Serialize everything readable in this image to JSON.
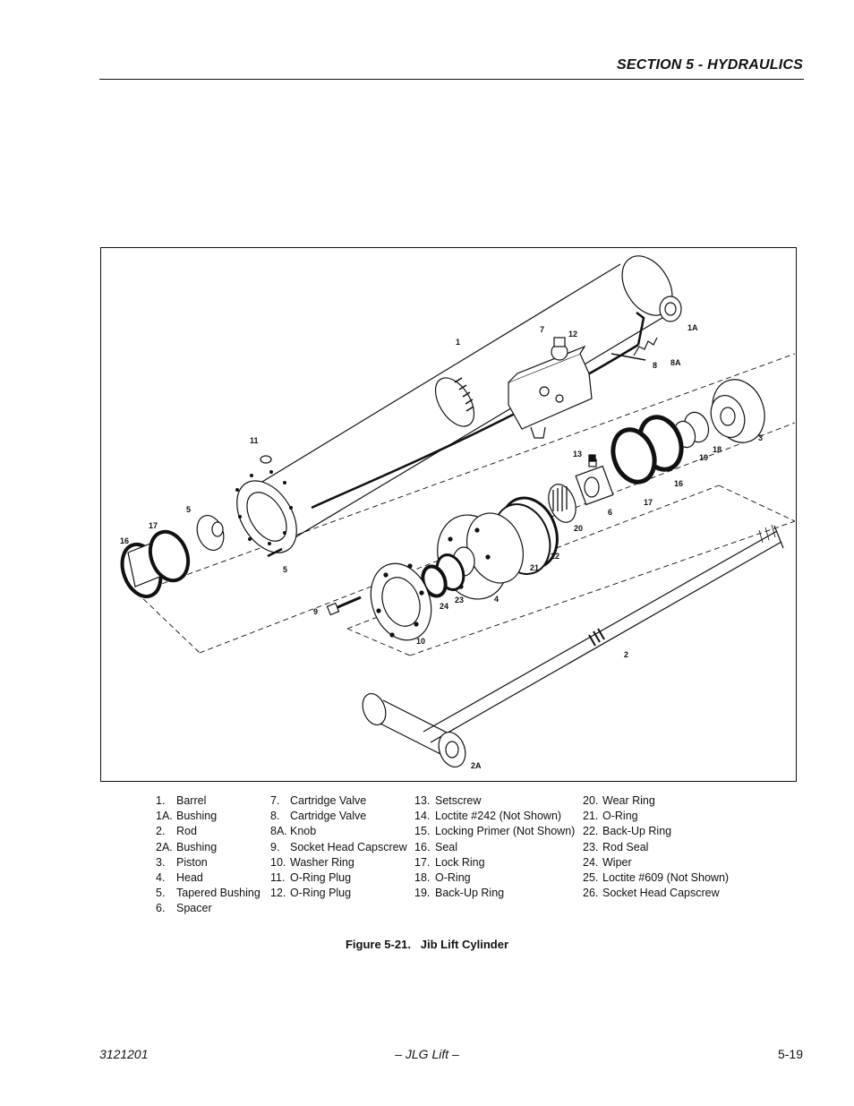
{
  "header": {
    "section_title": "SECTION 5 - HYDRAULICS"
  },
  "figure": {
    "callouts": [
      "1",
      "1A",
      "7",
      "12",
      "8",
      "8A",
      "11",
      "3",
      "13",
      "18",
      "19",
      "16",
      "17",
      "6",
      "20",
      "22",
      "21",
      "5",
      "17",
      "16",
      "5",
      "4",
      "23",
      "24",
      "9",
      "10",
      "2",
      "2A"
    ]
  },
  "legend": {
    "columns": [
      [
        {
          "num": "1.",
          "label": "Barrel"
        },
        {
          "num": "1A.",
          "label": "Bushing"
        },
        {
          "num": "2.",
          "label": "Rod"
        },
        {
          "num": "2A.",
          "label": "Bushing"
        },
        {
          "num": "3.",
          "label": "Piston"
        },
        {
          "num": "4.",
          "label": "Head"
        },
        {
          "num": "5.",
          "label": "Tapered Bushing"
        },
        {
          "num": "6.",
          "label": "Spacer"
        }
      ],
      [
        {
          "num": "7.",
          "label": "Cartridge Valve"
        },
        {
          "num": "8.",
          "label": "Cartridge Valve"
        },
        {
          "num": "8A.",
          "label": "Knob"
        },
        {
          "num": "9.",
          "label": "Socket Head Capscrew"
        },
        {
          "num": "10.",
          "label": "Washer Ring"
        },
        {
          "num": "11.",
          "label": "O-Ring Plug"
        },
        {
          "num": "12.",
          "label": "O-Ring Plug"
        }
      ],
      [
        {
          "num": "13.",
          "label": "Setscrew"
        },
        {
          "num": "14.",
          "label": "Loctite #242 (Not Shown)"
        },
        {
          "num": "15.",
          "label": "Locking Primer (Not Shown)"
        },
        {
          "num": "16.",
          "label": "Seal"
        },
        {
          "num": "17.",
          "label": "Lock Ring"
        },
        {
          "num": "18.",
          "label": "O-Ring"
        },
        {
          "num": "19.",
          "label": "Back-Up Ring"
        }
      ],
      [
        {
          "num": "20.",
          "label": "Wear Ring"
        },
        {
          "num": "21.",
          "label": "O-Ring"
        },
        {
          "num": "22.",
          "label": "Back-Up Ring"
        },
        {
          "num": "23.",
          "label": "Rod Seal"
        },
        {
          "num": "24.",
          "label": "Wiper"
        },
        {
          "num": "25.",
          "label": "Loctite #609 (Not Shown)"
        },
        {
          "num": "26.",
          "label": "Socket Head Capscrew"
        }
      ]
    ]
  },
  "caption": {
    "text": "Figure 5-21.   Jib Lift Cylinder"
  },
  "footer": {
    "doc_number": "3121201",
    "publisher": "– JLG Lift –",
    "page": "5-19"
  }
}
